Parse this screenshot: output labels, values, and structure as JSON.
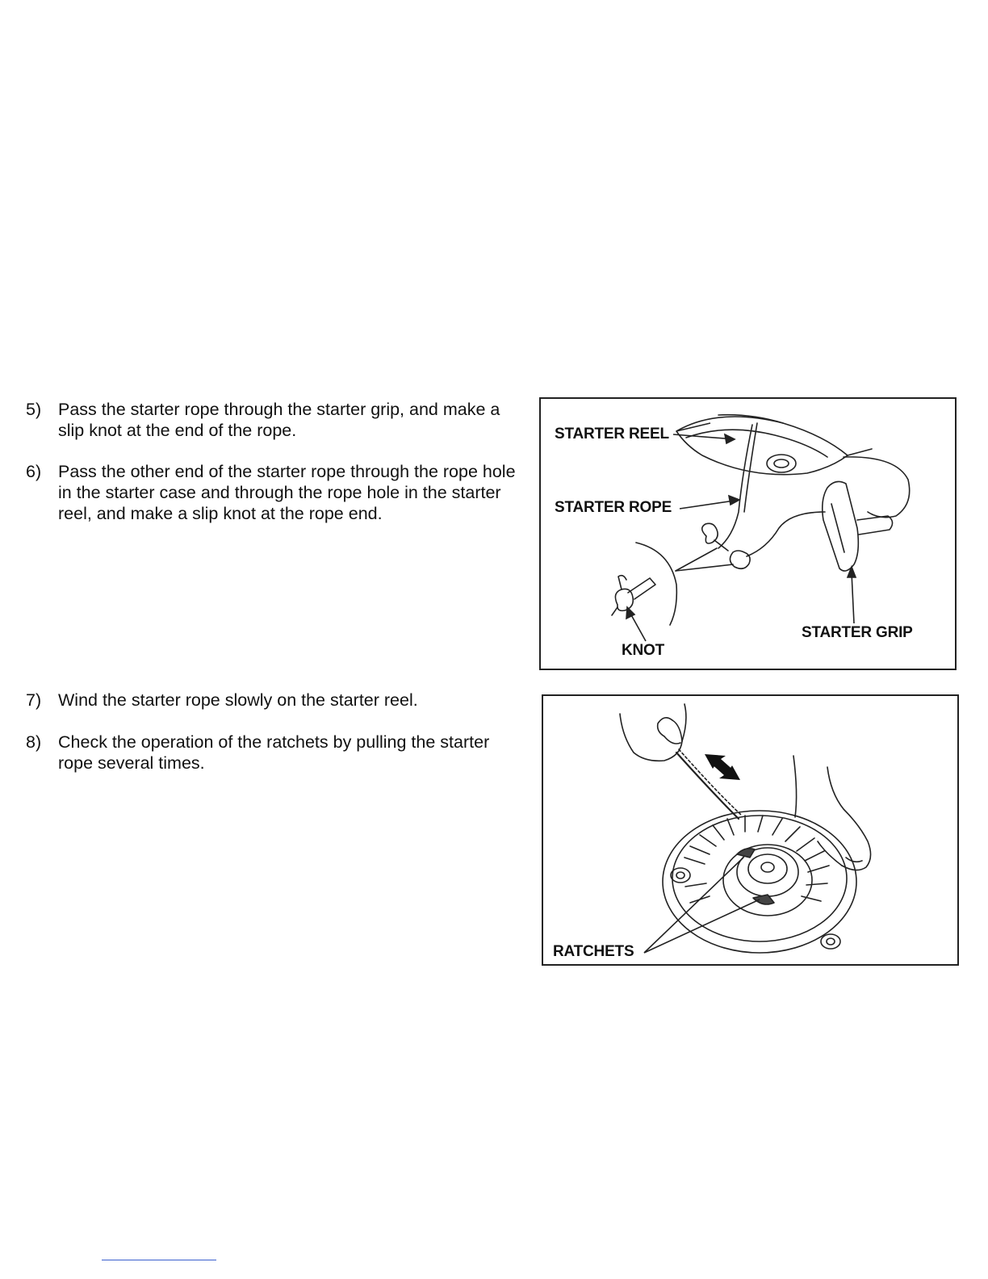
{
  "steps": [
    {
      "number": "5)",
      "text": "Pass the starter rope through the starter grip, and make a slip knot at the end of the rope."
    },
    {
      "number": "6)",
      "text": "Pass the other end of the starter rope through the rope hole in the starter case and through the rope hole in the starter reel, and make a slip knot at the rope end."
    },
    {
      "number": "7)",
      "text": "Wind the starter rope slowly on the starter reel."
    },
    {
      "number": "8)",
      "text": "Check the operation of the ratchets by pulling the starter rope several times."
    }
  ],
  "figure1": {
    "labels": {
      "starter_reel": "STARTER REEL",
      "starter_rope": "STARTER ROPE",
      "knot": "KNOT",
      "starter_grip": "STARTER GRIP"
    }
  },
  "figure2": {
    "labels": {
      "ratchets": "RATCHETS"
    }
  }
}
